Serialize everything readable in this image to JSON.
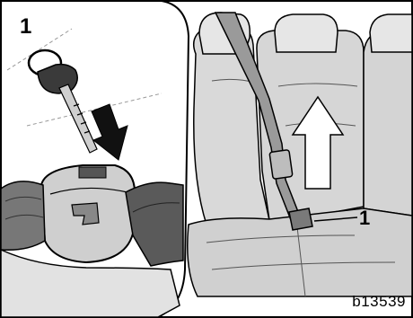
{
  "callout_left": "1",
  "callout_right": "1",
  "figure_code": "b13539"
}
